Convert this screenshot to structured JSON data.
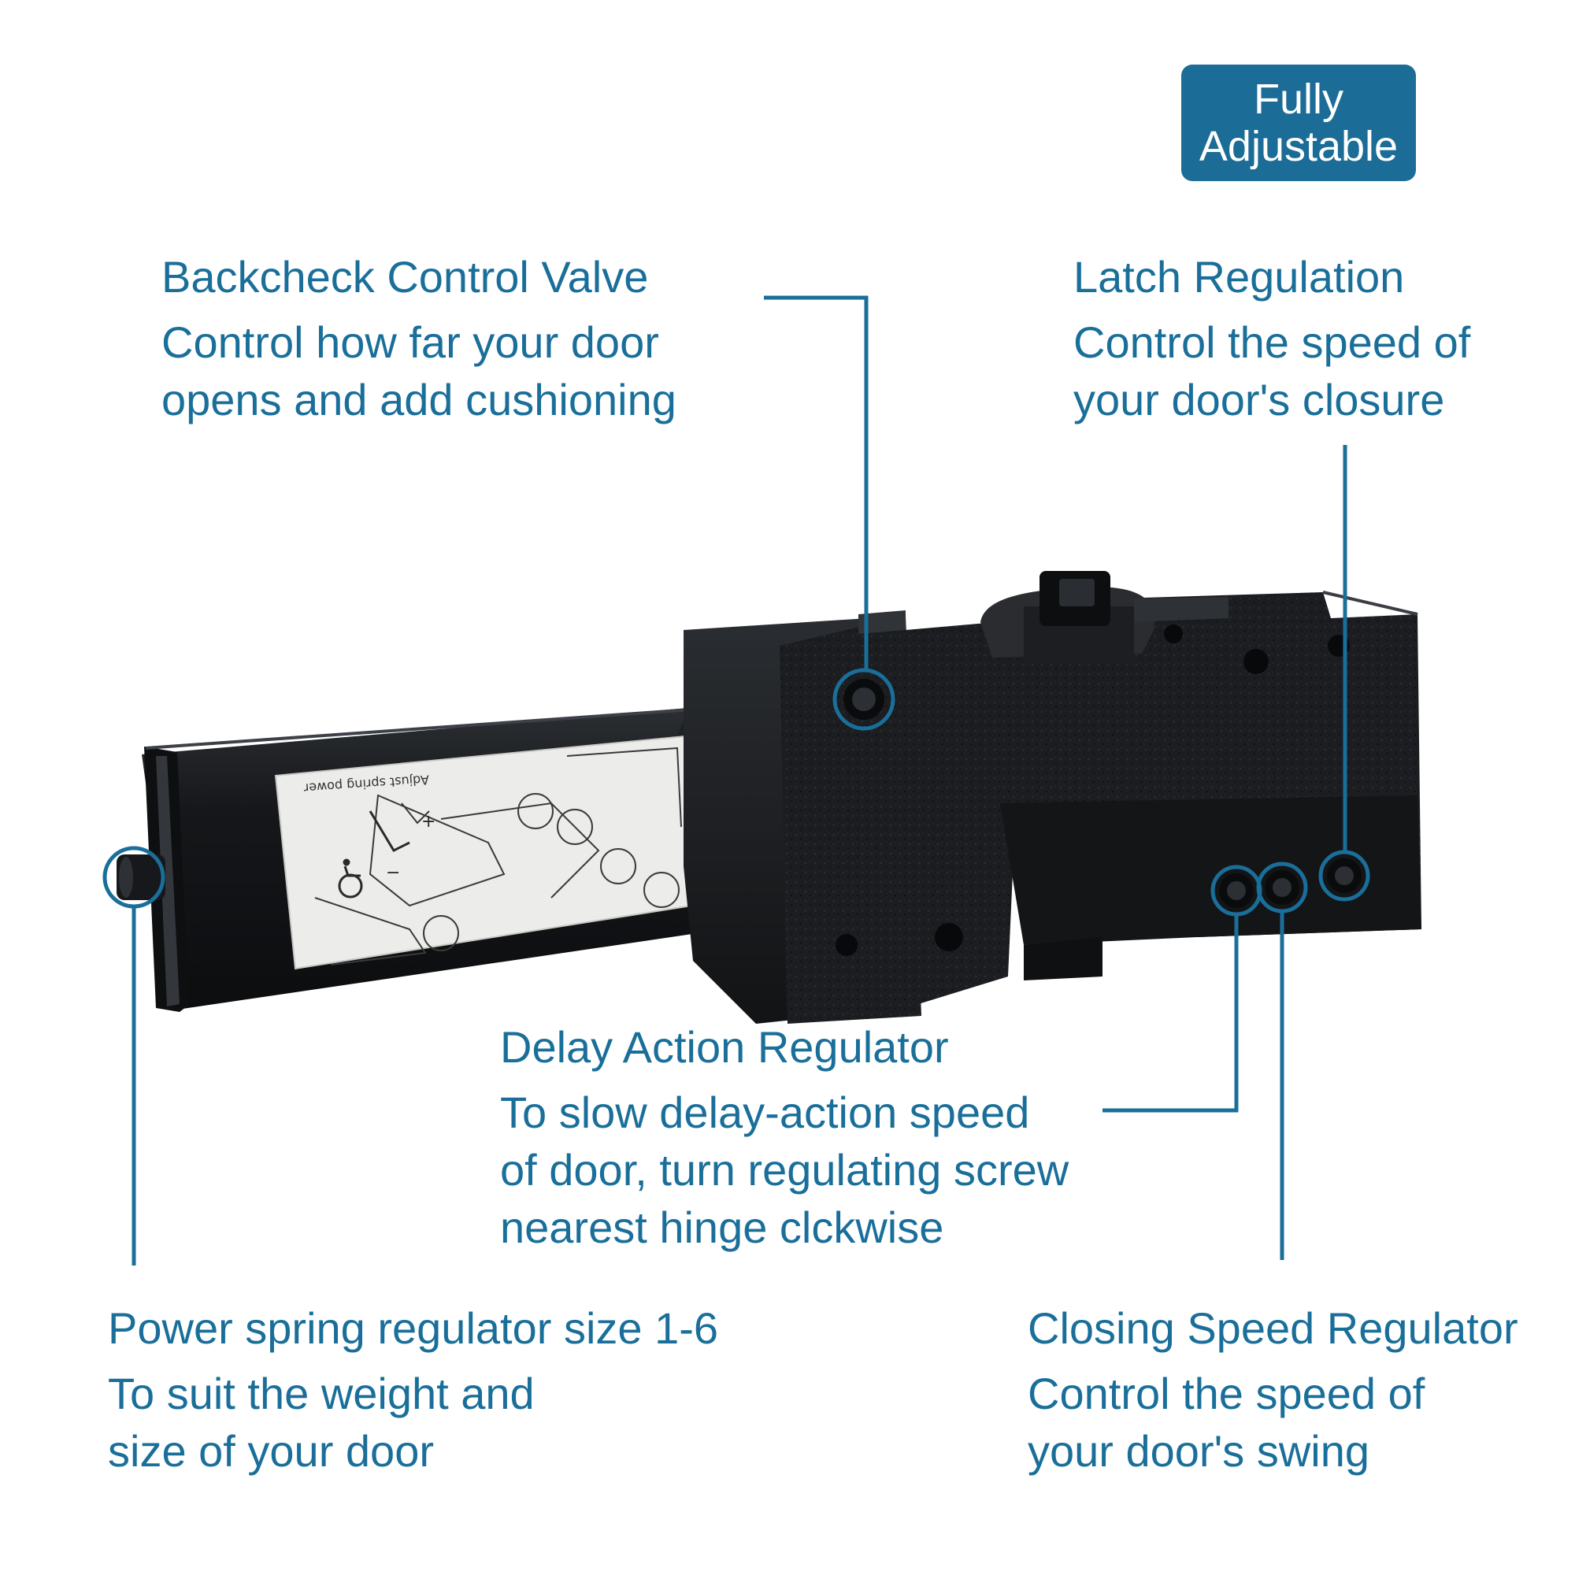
{
  "badge": {
    "line1": "Fully",
    "line2": "Adjustable"
  },
  "callouts": {
    "backcheck": {
      "title": "Backcheck Control Valve",
      "line1": "Control how far your door",
      "line2": "opens and add cushioning"
    },
    "latch": {
      "title": "Latch Regulation",
      "line1": "Control the speed of",
      "line2": "your door's closure"
    },
    "delay": {
      "title": "Delay Action Regulator",
      "line1": "To slow delay-action speed",
      "line2": "of door, turn regulating screw",
      "line3": "nearest hinge clckwise"
    },
    "power": {
      "title": "Power spring regulator size 1-6",
      "line1": "To suit the weight and",
      "line2": "size of your door"
    },
    "closing": {
      "title": "Closing Speed Regulator",
      "line1": "Control the speed of",
      "line2": "your door's swing"
    }
  },
  "label_text": "Adjust spring power",
  "colors": {
    "accent": "#1a6f9a",
    "badge_bg": "#1b6c96",
    "body": "#17191c",
    "label_bg": "#ececea"
  },
  "icons": [
    "wheelchair-icon",
    "allen-key-icon"
  ]
}
